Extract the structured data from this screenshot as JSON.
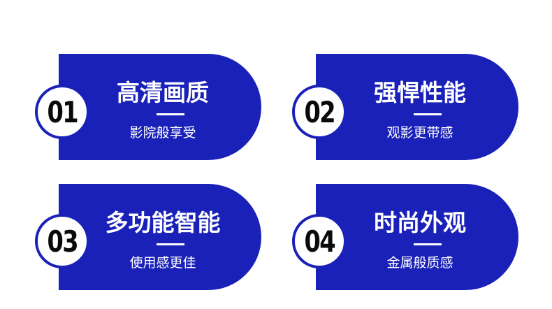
{
  "cards": [
    {
      "num": "01",
      "title": "高清画质",
      "subtitle": "影院般享受"
    },
    {
      "num": "02",
      "title": "强悍性能",
      "subtitle": "观影更带感"
    },
    {
      "num": "03",
      "title": "多功能智能",
      "subtitle": "使用感更佳"
    },
    {
      "num": "04",
      "title": "时尚外观",
      "subtitle": "金属般质感"
    }
  ],
  "colors": {
    "card": "#1a21b8",
    "badge_bg": "#ffffff",
    "number": "#0a0a0a"
  }
}
